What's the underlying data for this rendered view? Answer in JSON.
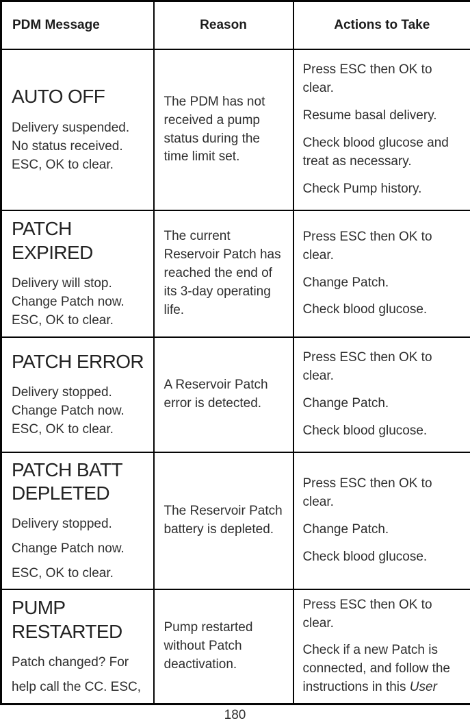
{
  "colors": {
    "text": "#2e2e2e",
    "border": "#050505",
    "background": "#ffffff"
  },
  "page": {
    "number": "180"
  },
  "table": {
    "headers": [
      "PDM Message",
      "Reason",
      "Actions to Take"
    ],
    "rows": [
      {
        "title": "AUTO OFF",
        "lines": [
          "Delivery suspended.",
          "No status received.",
          "ESC, OK to clear."
        ],
        "reason": "The PDM has not received a pump status during the time limit set.",
        "actions": [
          "Press ESC then OK to clear.",
          "Resume basal delivery.",
          "Check blood glucose and treat as necessary.",
          "Check Pump history."
        ]
      },
      {
        "title": "PATCH EXPIRED",
        "lines": [
          "Delivery will stop.",
          "Change Patch now.",
          "ESC, OK to clear."
        ],
        "reason": "The current Reservoir Patch has reached the end of its 3-day operating life.",
        "actions": [
          "Press ESC then OK to clear.",
          "Change Patch.",
          "Check blood glucose."
        ]
      },
      {
        "title": "PATCH ERROR",
        "lines": [
          "Delivery stopped.",
          "Change Patch now.",
          "ESC, OK to clear."
        ],
        "reason": "A Reservoir Patch error is detected.",
        "actions": [
          "Press ESC then OK to clear.",
          "Change Patch.",
          "Check blood glucose."
        ]
      },
      {
        "title": "PATCH BATT DEPLETED",
        "lines": [
          "Delivery stopped.",
          "Change Patch now.",
          "ESC, OK to clear."
        ],
        "reason": "The Reservoir Patch battery is depleted.",
        "actions": [
          "Press ESC then OK to clear.",
          "Change Patch.",
          "Check blood glucose."
        ]
      },
      {
        "title": "PUMP RESTARTED",
        "lines": [
          "Patch changed? For",
          "help call the CC. ESC,"
        ],
        "reason": "Pump restarted without Patch deactivation.",
        "actions": [
          "Press ESC then OK to clear."
        ],
        "action_last": {
          "text": "Check if a new Patch is connected, and follow the instructions in this ",
          "italic": "User"
        }
      }
    ]
  }
}
